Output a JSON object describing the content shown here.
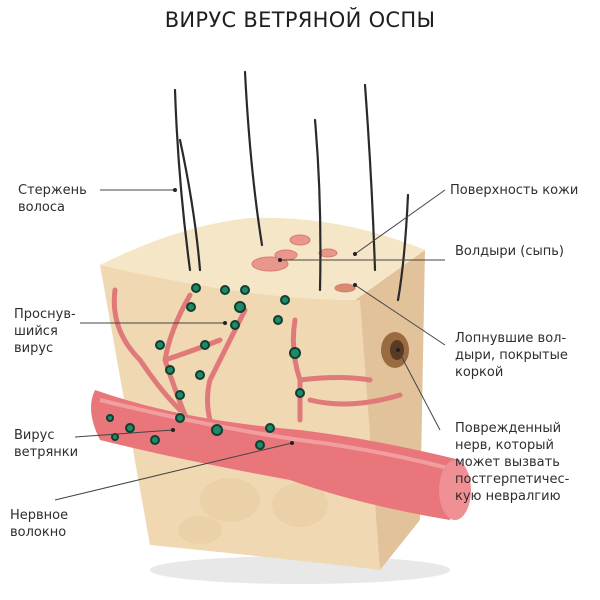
{
  "title": "ВИРУС ВЕТРЯНОЙ ОСПЫ",
  "labels_left": [
    {
      "id": "hair-shaft",
      "lines": [
        "Стержень",
        "волоса"
      ]
    },
    {
      "id": "awakened-virus",
      "lines": [
        "Проснув-",
        "шийся",
        "вирус"
      ]
    },
    {
      "id": "chickenpox-virus",
      "lines": [
        "Вирус",
        "ветрянки"
      ]
    },
    {
      "id": "nerve-fiber",
      "lines": [
        "Нервное",
        "волокно"
      ]
    }
  ],
  "labels_right": [
    {
      "id": "skin-surface",
      "lines": [
        "Поверхность кожи"
      ]
    },
    {
      "id": "blisters",
      "lines": [
        "Волдыри (сыпь)"
      ]
    },
    {
      "id": "crusted-blisters",
      "lines": [
        "Лопнувшие вол-",
        "дыри, покрытые",
        "коркой"
      ]
    },
    {
      "id": "damaged-nerve",
      "lines": [
        "Поврежденный",
        "нерв, который",
        "может вызвать",
        "постгерпетичес-",
        "кую невралгию"
      ]
    }
  ],
  "colors": {
    "skin": "#f3dfbd",
    "skin_side": "#e6c9a0",
    "nerve": "#e8767a",
    "nerve_dark": "#c9545b",
    "virus": "#1f8a6a",
    "blister": "#e89a8e",
    "leader": "#333333"
  }
}
